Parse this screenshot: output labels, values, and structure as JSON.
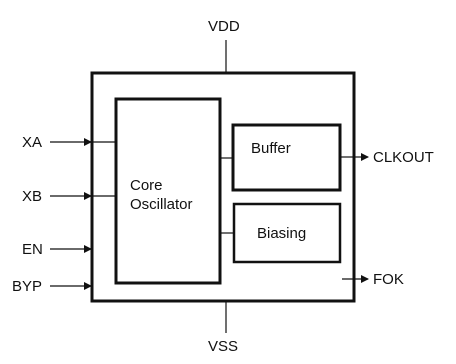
{
  "diagram": {
    "supply_top": "VDD",
    "supply_bottom": "VSS",
    "inputs": {
      "xa": "XA",
      "xb": "XB",
      "en": "EN",
      "byp": "BYP"
    },
    "outputs": {
      "clkout": "CLKOUT",
      "fok": "FOK"
    },
    "blocks": {
      "core_line1": "Core",
      "core_line2": "Oscillator",
      "buffer": "Buffer",
      "biasing": "Biasing"
    }
  }
}
